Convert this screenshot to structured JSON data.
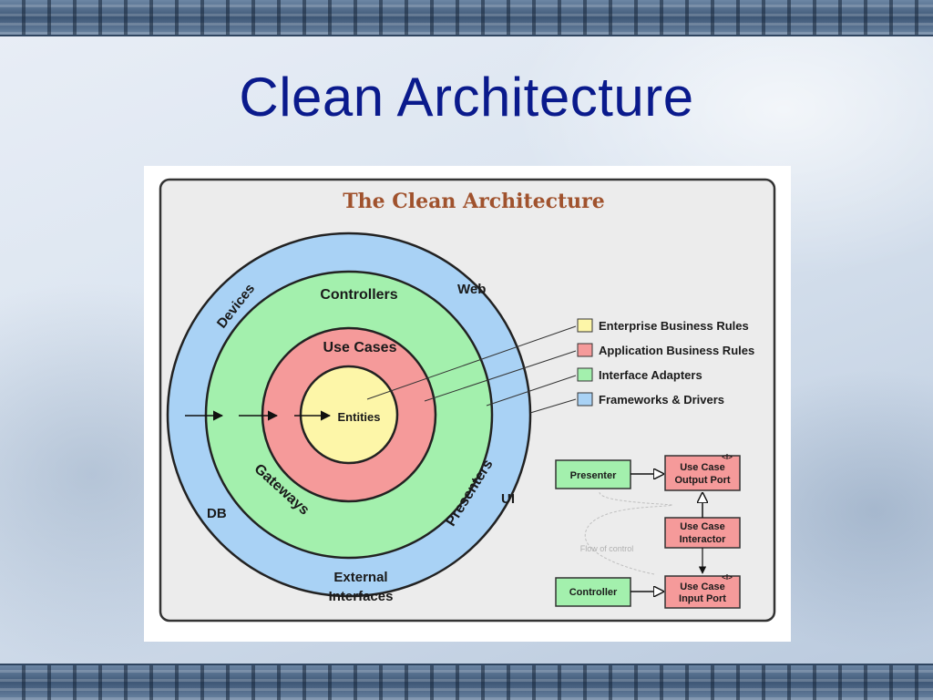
{
  "slide": {
    "title": "Clean Architecture"
  },
  "diagram": {
    "heading": "The Clean Architecture",
    "rings": {
      "outer_labels": {
        "devices": "Devices",
        "web": "Web",
        "db": "DB",
        "ui": "UI",
        "external_line1": "External",
        "external_line2": "Interfaces"
      },
      "adapters_labels": {
        "controllers": "Controllers",
        "gateways": "Gateways",
        "presenters": "Presenters"
      },
      "use_cases": "Use Cases",
      "entities": "Entities"
    },
    "legend": [
      {
        "label": "Enterprise Business Rules",
        "color": "#fdf6a8"
      },
      {
        "label": "Application Business Rules",
        "color": "#f59a9a"
      },
      {
        "label": "Interface Adapters",
        "color": "#a3f0ad"
      },
      {
        "label": "Frameworks & Drivers",
        "color": "#a9d2f5"
      }
    ],
    "flow": {
      "presenter": "Presenter",
      "output_port_line1": "Use Case",
      "output_port_line2": "Output Port",
      "interactor_line1": "Use Case",
      "interactor_line2": "Interactor",
      "controller": "Controller",
      "input_port_line1": "Use Case",
      "input_port_line2": "Input Port",
      "flow_of_control": "Flow of control",
      "interface_marker": "<I>"
    },
    "colors": {
      "entities": "#fdf6a8",
      "use_cases": "#f59a9a",
      "adapters": "#a3f0ad",
      "frameworks": "#a9d2f5",
      "heading": "#a0522d",
      "title": "#0a1a8c"
    }
  }
}
